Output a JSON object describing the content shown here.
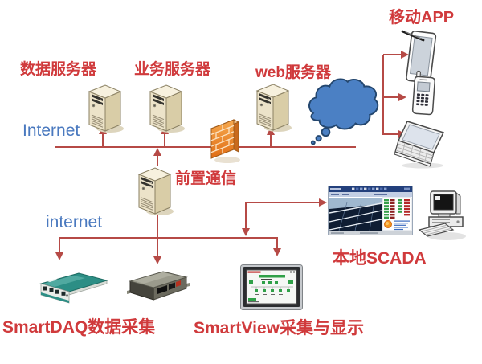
{
  "diagram_title": "SCADA network architecture diagram",
  "colors": {
    "line_red": "#b64a46",
    "label_red": "#d03a3c",
    "label_blue": "#4a79bf",
    "cloud_blue": "#4b80c4",
    "cloud_edge": "#24476f",
    "firewall_orange": "#e8831f",
    "server_beige": "#ece3c9",
    "smartdaq_teal": "#2c8e85"
  },
  "zones": {
    "wan_label": "Internet",
    "lan_label": "internet"
  },
  "nodes": {
    "data_server": {
      "label": "数据服务器",
      "icon": "server-tower-icon"
    },
    "business_server": {
      "label": "业务服务器",
      "icon": "server-tower-icon"
    },
    "web_server": {
      "label": "web服务器",
      "icon": "server-tower-icon"
    },
    "front_comm_server": {
      "label": "前置通信",
      "icon": "server-tower-icon"
    },
    "firewall": {
      "icon": "firewall-icon"
    },
    "internet_cloud": {
      "icon": "cloud-icon"
    },
    "mobile_app": {
      "label": "移动APP",
      "icons": [
        "tablet-icon",
        "mobile-phone-icon",
        "laptop-icon"
      ]
    },
    "local_scada": {
      "label": "本地SCADA",
      "icons": [
        "scada-screenshot-icon",
        "desktop-pc-icon"
      ]
    },
    "smartdaq": {
      "label": "SmartDAQ数据采集",
      "icon": "smartdaq-device-icon"
    },
    "io_gateway": {
      "icon": "io-gateway-device-icon"
    },
    "smartview": {
      "label": "SmartView采集与显示",
      "icon": "smartview-panel-icon"
    }
  },
  "connections": [
    {
      "from": "internet-bus",
      "to": "data-server"
    },
    {
      "from": "internet-bus",
      "to": "business-server"
    },
    {
      "from": "internet-bus",
      "to": "web-server"
    },
    {
      "from": "front-comm-server",
      "to": "internet-bus"
    },
    {
      "from": "front-comm-server",
      "to": "io-gateway-device"
    },
    {
      "from": "lan-bus",
      "to": "smartdaq-device"
    },
    {
      "from": "lan-bus",
      "to": "smartview-panel"
    },
    {
      "from": "lan-bus",
      "to": "local-scada"
    },
    {
      "from": "internet-cloud",
      "to": "tablet"
    },
    {
      "from": "internet-cloud",
      "to": "mobile-phone"
    },
    {
      "from": "internet-cloud",
      "to": "laptop"
    }
  ]
}
